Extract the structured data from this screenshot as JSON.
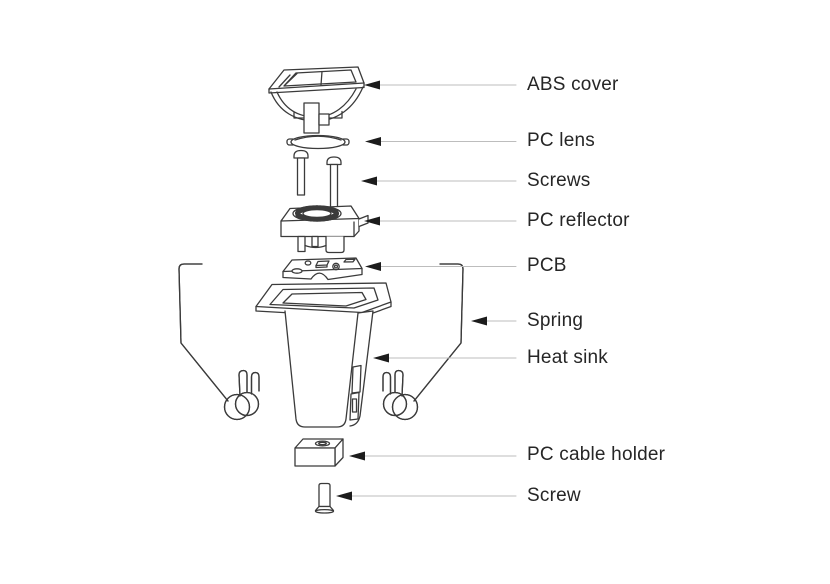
{
  "diagram": {
    "type": "exploded-view",
    "parts": [
      {
        "label": "ABS cover"
      },
      {
        "label": "PC lens"
      },
      {
        "label": "Screws"
      },
      {
        "label": "PC reflector"
      },
      {
        "label": "PCB"
      },
      {
        "label": "Spring"
      },
      {
        "label": "Heat sink"
      },
      {
        "label": "PC cable holder"
      },
      {
        "label": "Screw"
      }
    ],
    "colors": {
      "background": "#ffffff",
      "line_art": "#3b3b3b",
      "leader_line": "#bdbdbd",
      "arrowhead": "#1c1c1c",
      "label_text": "#262626"
    }
  }
}
